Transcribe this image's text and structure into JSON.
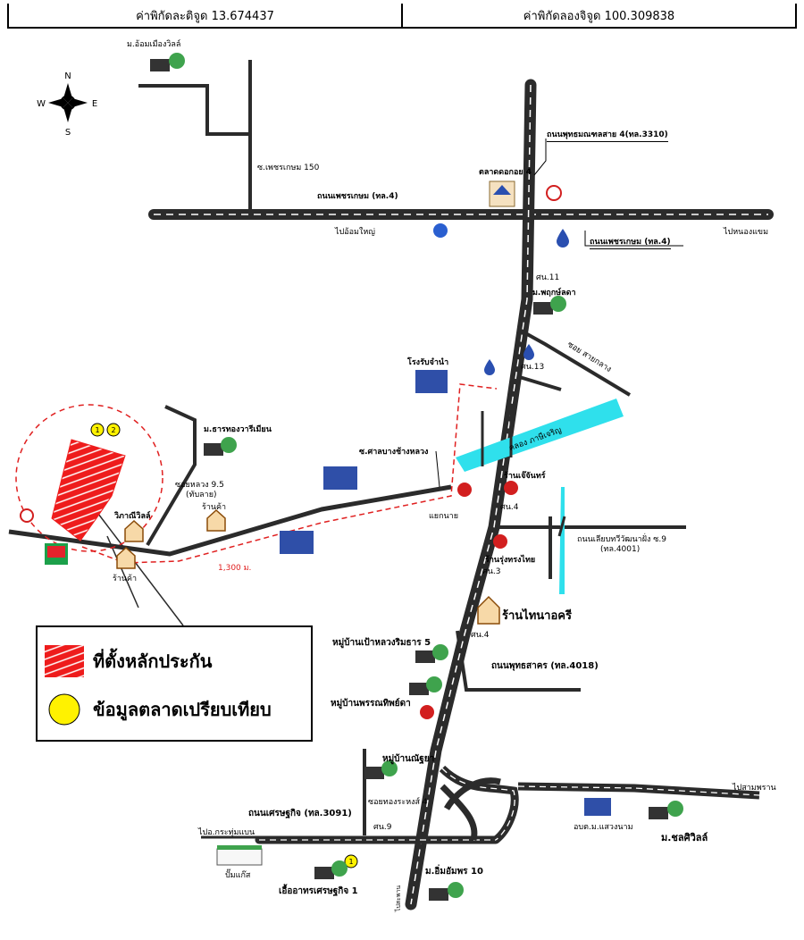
{
  "header": {
    "lat_label": "ค่าพิกัดละติจูด 13.674437",
    "lon_label": "ค่าพิกัดลองจิจูด 100.309838"
  },
  "compass": {
    "n": "N",
    "s": "S",
    "e": "E",
    "w": "W"
  },
  "labels": {
    "village_top": "ม.อ้อมเมืองวิลล์",
    "soi_150": "ซ.เพชรเกษม 150",
    "talad_4": "ตลาดดอกอย 4",
    "road_phutthamonthon4": "ถนนพุทธมณฑลสาย 4(ทล.3310)",
    "road_phetkasem_top": "ถนนเพชรเกษม (ทล.4)",
    "road_phetkasem_right": "ถนนเพชรเกษม (ทล.4)",
    "to_om_yai": "ไปอ้อมใหญ่",
    "to_nong_khaem": "ไปหนองแขม",
    "ku_11": "ศน.11",
    "village_phruksa": "ม.พฤกษ์ลดา",
    "ku_13": "ศน.13",
    "soi_right": "ซอย สายกลาง",
    "canal": "คลอง ภาษีเจริญ",
    "factory": "โรงรับจำนำ",
    "village_rattanawan": "ม.ธารทองวารีเมียน",
    "soi_san_luang": "ซ.ศาลบางช้างหลวง",
    "shop_chan": "ร้านเจ๊จันทร์",
    "ku_4a": "ศน.4",
    "yaek_nai": "แยกนาย",
    "soi_9_5": "ซอยหลวง 9.5",
    "soi_9_5b": "(ทับลาย)",
    "shop_a": "ร้านค้า",
    "vibhanee": "วิภาณีวิลล์",
    "shop_b": "ร้านค้า",
    "distance": "1,300 ม.",
    "road_9_km": "ถนนเลียบทวีวัฒนาฝั่ง ซ.9",
    "road_4001": "(ทล.4001)",
    "shop_rung": "ร้านรุ่งทรงไทย",
    "ku_3": "ศน.3",
    "shop_thai": "ร้านไทนาอครี",
    "ku_4b": "ศน.4",
    "village_ban_suan": "หมู่บ้านเป้าหลวงริมธาร 5",
    "road_4018": "ถนนพุทธสาคร (ทล.4018)",
    "village_pruksakan": "หมู่บ้านพรรณทิพย์ดา",
    "village_nanthiya": "หมู่บ้านณัฐยา",
    "soi_thaphong": "ซอยทองระหงส์ 4",
    "road_3091": "ถนนเศรษฐกิจ (ทล.3091)",
    "to_krathum_baen": "ไปอ.กระทุ่มแบน",
    "ku_9": "ศน.9",
    "temple": "อบต.ม.แสวงนาม",
    "to_sam_phran": "ไปสามพราน",
    "village_setthawi": "ม.ชลศิวิลล์",
    "sammakorn": "ปั๊มแก๊ส",
    "village_setthakit": "เอื้ออาทรเศรษฐกิจ 1",
    "village_siam": "ม.อิ่มอัมพร 10",
    "to_bottom": "ไปสะพาน"
  },
  "legend": {
    "collateral": "ที่ตั้งหลักประกัน",
    "market": "ข้อมูลตลาดเปรียบเทียบ"
  },
  "markers": {
    "m1": "1",
    "m2": "2"
  },
  "colors": {
    "road": "#2b2b2b",
    "canal": "#2fe0ec",
    "collateral": "#ee1c1c",
    "market": "#fff200",
    "route": "#e02020",
    "tree": "#3fa34d"
  }
}
